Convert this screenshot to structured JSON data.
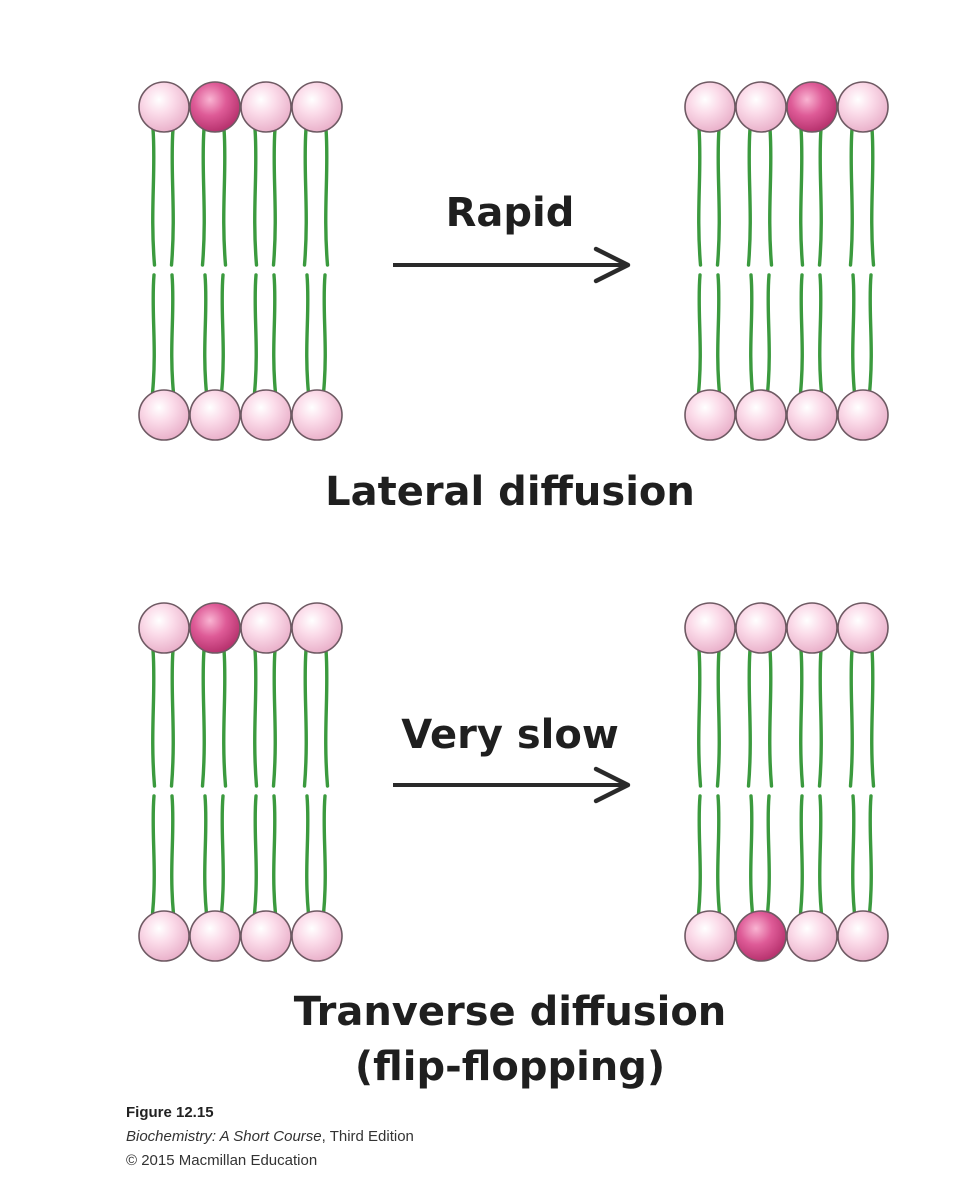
{
  "colors": {
    "head_normal": "#f7c8dc",
    "head_normal_rim": "#6e5a63",
    "head_marked": "#d8508e",
    "head_marked_light": "#f59ac2",
    "tail": "#3b9a3e",
    "arrow": "#2a2a2a"
  },
  "panels": [
    {
      "id": "lateral",
      "arrow_label": "Rapid",
      "caption_lines": [
        "Lateral diffusion"
      ],
      "before": {
        "top_marked": 1,
        "bottom_marked": null
      },
      "after": {
        "top_marked": 2,
        "bottom_marked": null
      }
    },
    {
      "id": "transverse",
      "arrow_label": "Very slow",
      "caption_lines": [
        "Tranverse diffusion",
        "(flip-flopping)"
      ],
      "before": {
        "top_marked": 1,
        "bottom_marked": null
      },
      "after": {
        "top_marked": null,
        "bottom_marked": 1
      }
    }
  ],
  "figure_citation": {
    "figure_number": "Figure 12.15",
    "book_title": "Biochemistry: A Short Course",
    "edition": ", Third Edition",
    "copyright": "© 2015 Macmillan Education"
  }
}
